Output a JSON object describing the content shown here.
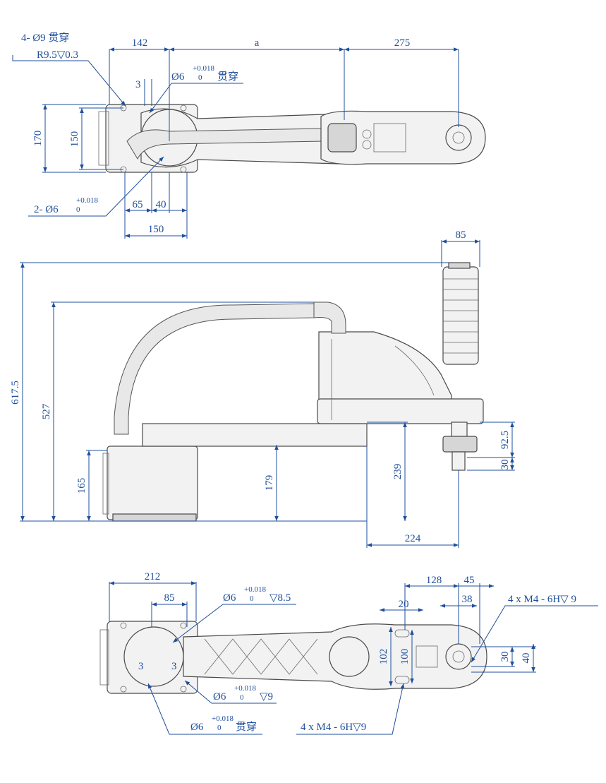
{
  "top_view": {
    "hole_note_1": "4- Ø9 贯穿",
    "hole_note_2": "R9.5▽0.3",
    "pin_note": "Ø6",
    "pin_tol": "+0.018",
    "pin_tol_low": "0",
    "pin_suffix": "贯穿",
    "pin2_prefix": "2- Ø6",
    "pin2_tol": "+0.018",
    "pin2_tol_low": "0",
    "dims": {
      "d142": "142",
      "da": "a",
      "d275": "275",
      "d3": "3",
      "d170": "170",
      "d150v": "150",
      "d65": "65",
      "d40": "40",
      "d150h": "150"
    }
  },
  "side_view": {
    "dims": {
      "d85": "85",
      "d617_5": "617.5",
      "d527": "527",
      "d165": "165",
      "d179": "179",
      "d239": "239",
      "d92_5": "92.5",
      "d30": "30",
      "d224": "224"
    }
  },
  "bottom_view": {
    "dims": {
      "d212": "212",
      "d85": "85",
      "d128": "128",
      "d45": "45",
      "d20": "20",
      "d38": "38",
      "d102": "102",
      "d100": "100",
      "d30": "30",
      "d40": "40",
      "d3a": "3",
      "d3b": "3"
    },
    "pin_top_prefix": "Ø6",
    "pin_top_tol": "+0.018",
    "pin_top_tol_low": "0",
    "pin_top_suffix": "▽8.5",
    "pin_mid_prefix": "Ø6",
    "pin_mid_tol": "+0.018",
    "pin_mid_tol_low": "0",
    "pin_mid_suffix": "▽9",
    "pin_bot_prefix": "Ø6",
    "pin_bot_tol": "+0.018",
    "pin_bot_tol_low": "0",
    "pin_bot_suffix": "贯穿",
    "thread_right": "4 x M4 - 6H▽ 9",
    "thread_bottom": "4 x M4 - 6H▽9"
  },
  "colors": {
    "dimension": "#1f4f9c",
    "outline": "#4a4a4a",
    "fill": "#f2f2f2"
  }
}
